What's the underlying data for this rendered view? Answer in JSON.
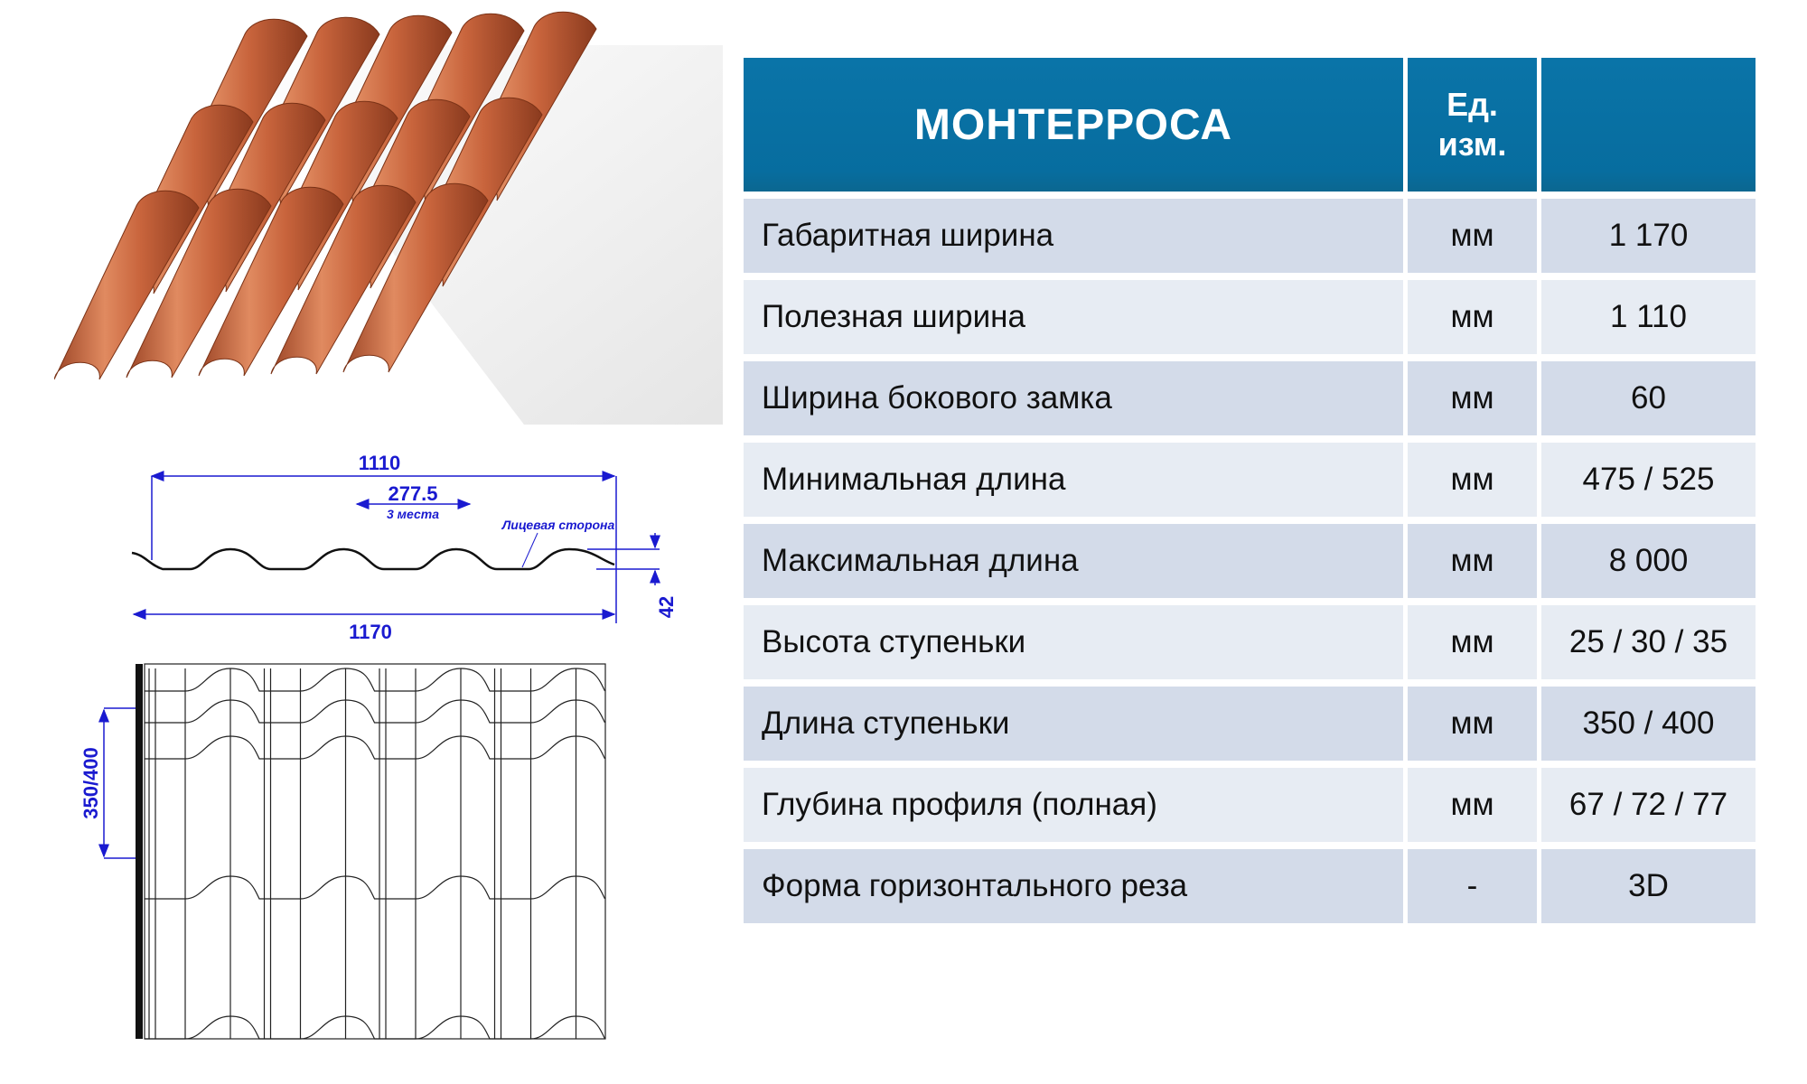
{
  "table": {
    "title": "МОНТЕРРОСА",
    "unit_header_line1": "Ед.",
    "unit_header_line2": "изм.",
    "value_header": "",
    "rows": [
      {
        "param": "Габаритная ширина",
        "unit": "мм",
        "value": "1 170"
      },
      {
        "param": "Полезная ширина",
        "unit": "мм",
        "value": "1 110"
      },
      {
        "param": "Ширина бокового замка",
        "unit": "мм",
        "value": "60"
      },
      {
        "param": "Минимальная длина",
        "unit": "мм",
        "value": "475 / 525"
      },
      {
        "param": "Максимальная длина",
        "unit": "мм",
        "value": "8 000"
      },
      {
        "param": "Высота ступеньки",
        "unit": "мм",
        "value": "25 / 30 / 35"
      },
      {
        "param": "Длина ступеньки",
        "unit": "мм",
        "value": "350 / 400"
      },
      {
        "param": "Глубина профиля (полная)",
        "unit": "мм",
        "value": "67 / 72 / 77"
      },
      {
        "param": "Форма горизонтального реза",
        "unit": "-",
        "value": "3D"
      }
    ]
  },
  "drawing": {
    "useful_width": "1110",
    "pitch": "277.5",
    "pitch_note": "3 места",
    "face_side": "Лицевая сторона",
    "total_width": "1170",
    "height": "42",
    "step_length": "350/400"
  },
  "colors": {
    "header": "#0a72a6",
    "row_dark": "#d3dbe9",
    "row_light": "#e7ecf3",
    "tile": "#c8643c",
    "dimension": "#1a1ad0"
  }
}
